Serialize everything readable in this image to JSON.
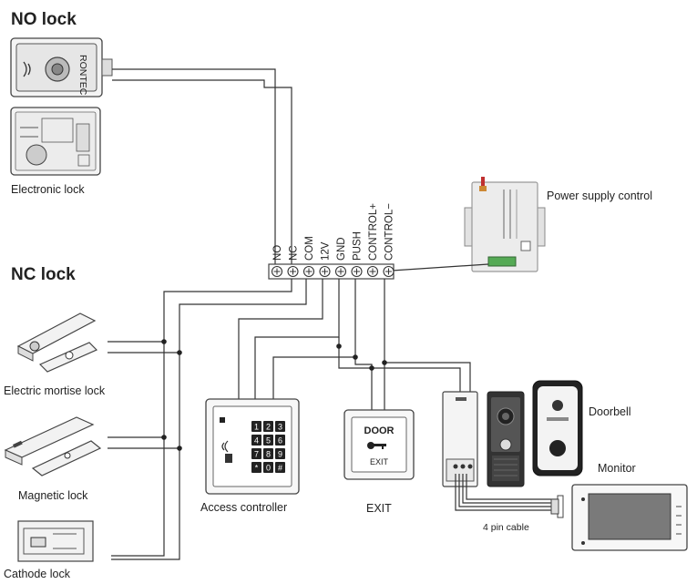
{
  "headings": {
    "no_lock": "NO lock",
    "nc_lock": "NC lock"
  },
  "device_labels": {
    "electronic_lock": "Electronic lock",
    "power_supply_control": "Power supply control",
    "electric_mortise_lock": "Electric mortise lock",
    "magnetic_lock": "Magnetic lock",
    "cathode_lock": "Cathode lock",
    "access_controller": "Access controller",
    "exit": "EXIT",
    "doorbell": "Doorbell",
    "monitor": "Monitor",
    "four_pin_cable": "4 pin cable"
  },
  "terminals": [
    "NO",
    "NC",
    "COM",
    "12V",
    "GND",
    "PUSH",
    "CONTROL+",
    "CONTROL−"
  ],
  "exit_button": {
    "line1": "DOOR",
    "line2": "EXIT"
  },
  "keypad_keys": [
    "1",
    "2",
    "3",
    "4",
    "5",
    "6",
    "7",
    "8",
    "9",
    "*",
    "0",
    "#"
  ],
  "lock_brand": "RONTEC",
  "colors": {
    "line": "#333333",
    "device": "#f4f4f4",
    "screen": "#7a7a7a",
    "lcd": "#c9d69a"
  }
}
